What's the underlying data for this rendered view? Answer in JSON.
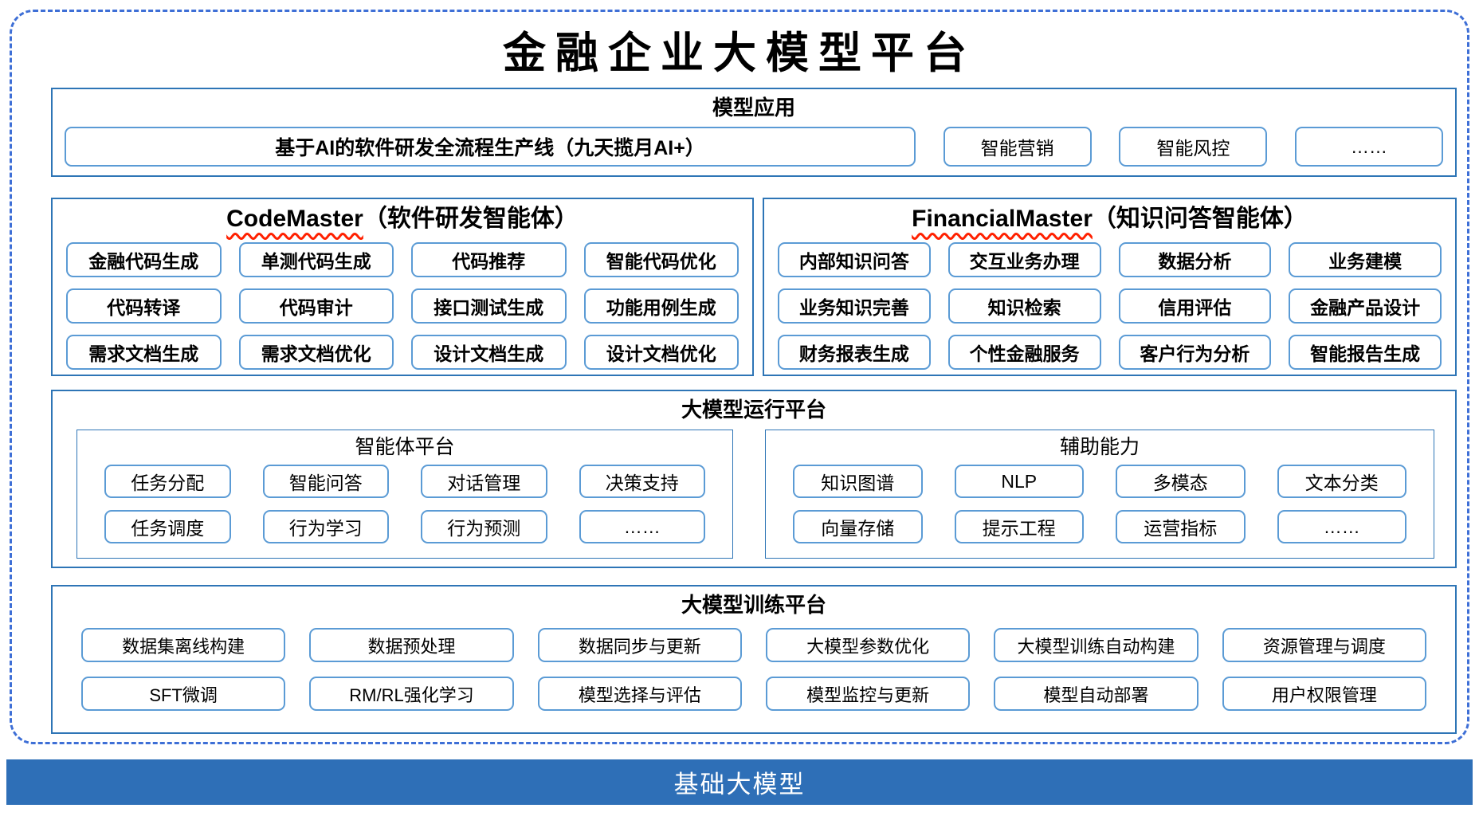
{
  "page_title": "金融企业大模型平台",
  "colors": {
    "outer_dashed": "#3E6FD6",
    "section_border": "#2E75B6",
    "box_border": "#5B9BD5",
    "foundation_bar": "#2E6FB7",
    "squiggle": "#FF2000",
    "text": "#000000"
  },
  "model_apps": {
    "header": "模型应用",
    "items": [
      "基于AI的软件研发全流程生产线（九天揽月AI+）",
      "智能营销",
      "智能风控",
      "……"
    ]
  },
  "agents": [
    {
      "name": "CodeMaster",
      "subtitle": "（软件研发智能体）",
      "items": [
        "金融代码生成",
        "单测代码生成",
        "代码推荐",
        "智能代码优化",
        "代码转译",
        "代码审计",
        "接口测试生成",
        "功能用例生成",
        "需求文档生成",
        "需求文档优化",
        "设计文档生成",
        "设计文档优化"
      ]
    },
    {
      "name": "FinancialMaster",
      "subtitle": "（知识问答智能体）",
      "items": [
        "内部知识问答",
        "交互业务办理",
        "数据分析",
        "业务建模",
        "业务知识完善",
        "知识检索",
        "信用评估",
        "金融产品设计",
        "财务报表生成",
        "个性金融服务",
        "客户行为分析",
        "智能报告生成"
      ]
    }
  ],
  "runtime": {
    "header": "大模型运行平台",
    "panels": [
      {
        "header": "智能体平台",
        "items": [
          "任务分配",
          "智能问答",
          "对话管理",
          "决策支持",
          "任务调度",
          "行为学习",
          "行为预测",
          "……"
        ]
      },
      {
        "header": "辅助能力",
        "items": [
          "知识图谱",
          "NLP",
          "多模态",
          "文本分类",
          "向量存储",
          "提示工程",
          "运营指标",
          "……"
        ]
      }
    ]
  },
  "training": {
    "header": "大模型训练平台",
    "items": [
      "数据集离线构建",
      "数据预处理",
      "数据同步与更新",
      "大模型参数优化",
      "大模型训练自动构建",
      "资源管理与调度",
      "SFT微调",
      "RM/RL强化学习",
      "模型选择与评估",
      "模型监控与更新",
      "模型自动部署",
      "用户权限管理"
    ]
  },
  "foundation": {
    "label": "基础大模型"
  }
}
